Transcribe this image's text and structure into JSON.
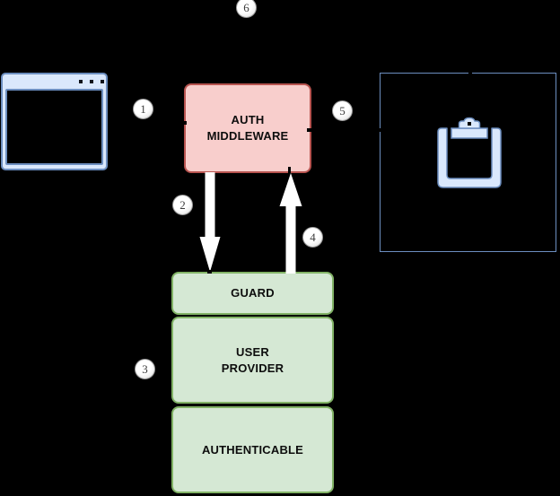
{
  "nodes": {
    "auth_middleware": {
      "lines": [
        "AUTH",
        "MIDDLEWARE"
      ]
    },
    "guard": {
      "lines": [
        "GUARD"
      ]
    },
    "user_provider": {
      "lines": [
        "USER",
        "PROVIDER"
      ]
    },
    "authenticable": {
      "lines": [
        "AUTHENTICABLE"
      ]
    }
  },
  "step_badges": [
    "1",
    "2",
    "3",
    "4",
    "5",
    "6"
  ],
  "icons": {
    "browser_window": "browser-window-icon",
    "clipboard": "clipboard-icon"
  },
  "palette": {
    "background": "#000000",
    "middleware_fill": "#f8cecc",
    "middleware_border": "#b85450",
    "green_fill": "#d5e8d4",
    "green_border": "#82b366",
    "blue_fill": "#dae8fc",
    "blue_border": "#6c8ebf",
    "arrow_fill": "#ffffff",
    "badge_fill": "#ffffff",
    "badge_border": "#9b9b9b",
    "label_color": "#0d0d0d"
  }
}
